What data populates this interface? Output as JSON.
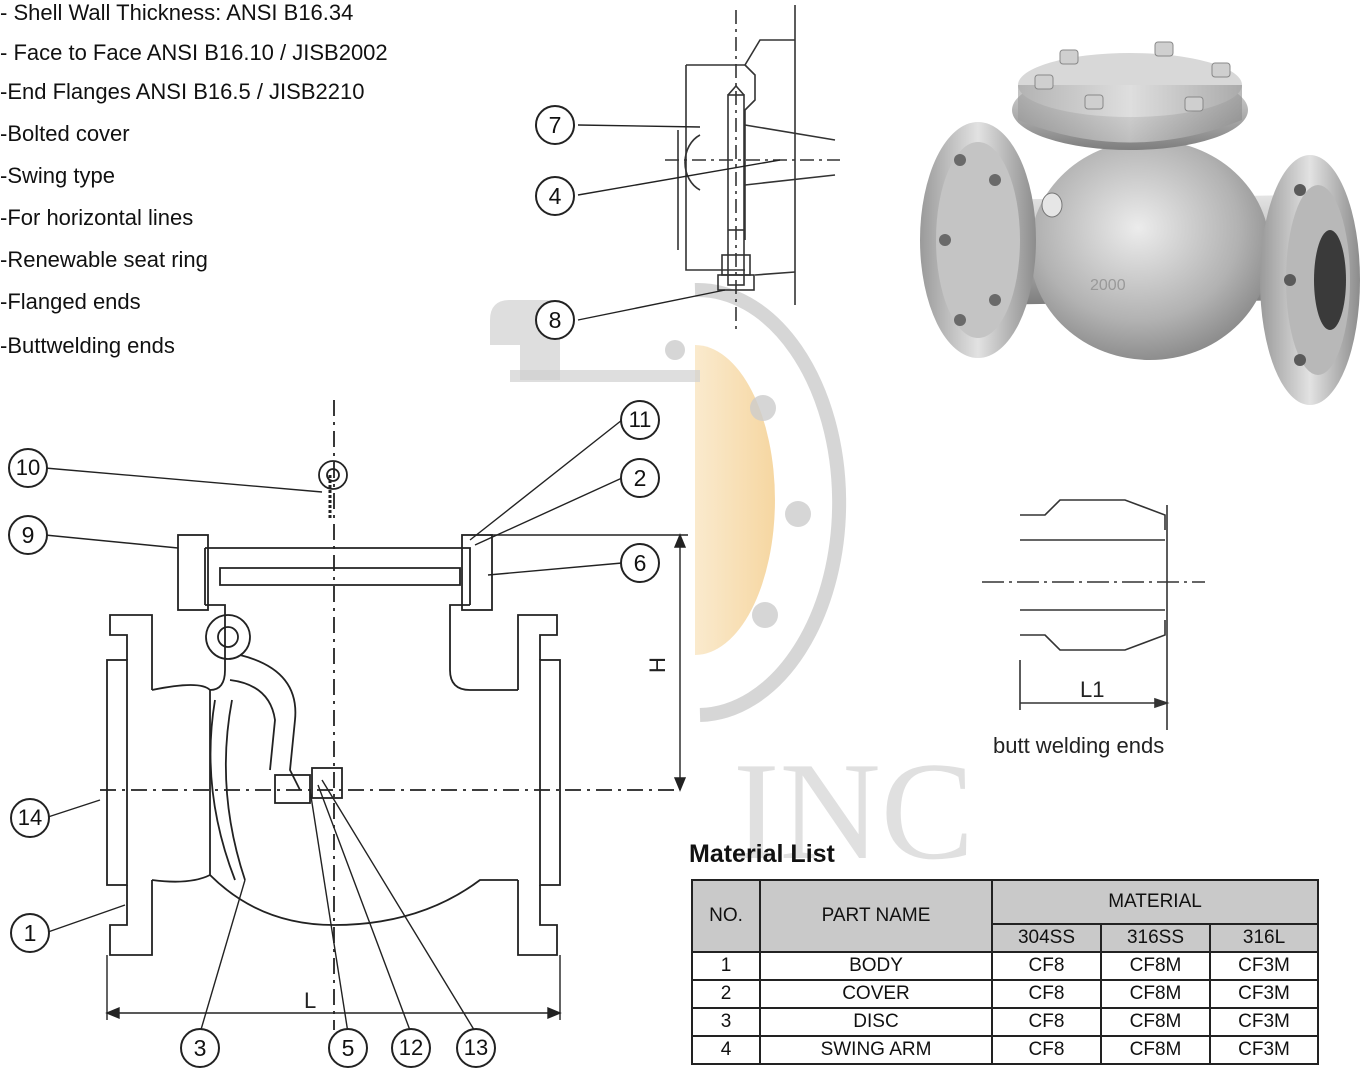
{
  "features": [
    "- Shell Wall Thickness: ANSI B16.34",
    "- Face to Face ANSI B16.10 / JISB2002",
    "-End Flanges ANSI B16.5    / JISB2210",
    "-Bolted cover",
    "-Swing type",
    "-For horizontal lines",
    "-Renewable seat ring",
    "-Flanged ends",
    "-Buttwelding ends"
  ],
  "callouts": {
    "c1": "1",
    "c2": "2",
    "c3": "3",
    "c4": "4",
    "c5": "5",
    "c6": "6",
    "c7": "7",
    "c8": "8",
    "c9": "9",
    "c10": "10",
    "c11": "11",
    "c12": "12",
    "c13": "13",
    "c14": "14"
  },
  "dimensions": {
    "L": "L",
    "H": "H",
    "L1": "L1"
  },
  "photo_marking": "2000",
  "watermark_text": "INC",
  "butt_caption": "butt welding ends",
  "material_list": {
    "title": "Material List",
    "headers": {
      "no": "NO.",
      "part_name": "PART NAME",
      "material": "MATERIAL",
      "grades": [
        "304SS",
        "316SS",
        "316L"
      ]
    },
    "rows": [
      {
        "no": "1",
        "part": "BODY",
        "m304": "CF8",
        "m316": "CF8M",
        "m316l": "CF3M"
      },
      {
        "no": "2",
        "part": "COVER",
        "m304": "CF8",
        "m316": "CF8M",
        "m316l": "CF3M"
      },
      {
        "no": "3",
        "part": "DISC",
        "m304": "CF8",
        "m316": "CF8M",
        "m316l": "CF3M"
      },
      {
        "no": "4",
        "part": "SWING ARM",
        "m304": "CF8",
        "m316": "CF8M",
        "m316l": "CF3M"
      }
    ]
  },
  "colors": {
    "watermark_gray": "#c8c8c8",
    "watermark_orange": "#f6d59a",
    "table_header_bg": "#c9c9c9"
  }
}
